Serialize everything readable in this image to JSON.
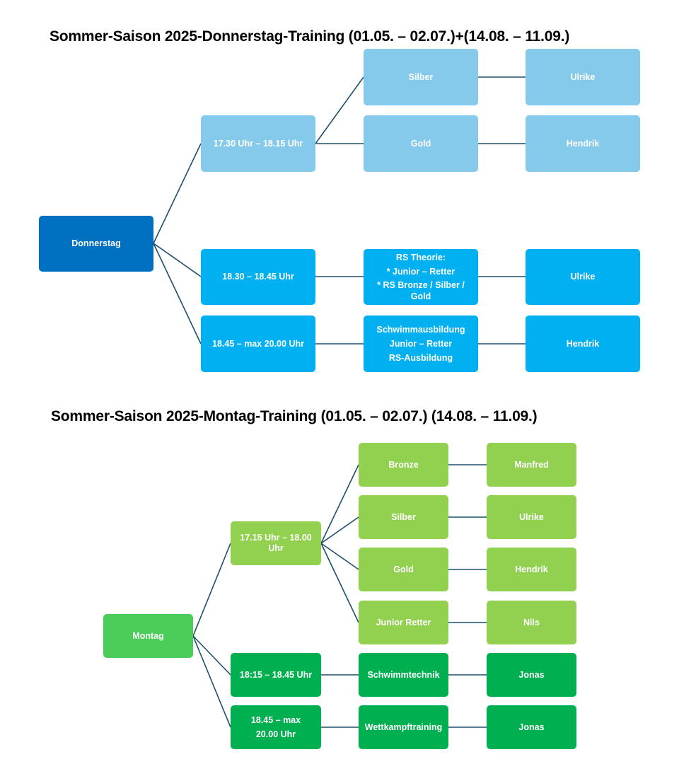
{
  "donnerstag": {
    "title": "Sommer-Saison 2025-Donnerstag-Training (01.05. – 02.07.)+(14.08. – 11.09.)",
    "root": "Donnerstag",
    "time_1": "17.30 Uhr – 18.15 Uhr",
    "time_2": "18.30 – 18.45 Uhr",
    "time_3": "18.45 – max 20.00 Uhr",
    "group_silber": "Silber",
    "group_gold": "Gold",
    "group_rs_theorie": [
      "RS Theorie:",
      "* Junior – Retter",
      "* RS Bronze / Silber / Gold"
    ],
    "group_schwimm": [
      "Schwimmausbildung",
      "Junior – Retter",
      "RS-Ausbildung"
    ],
    "trainer_1": "Ulrike",
    "trainer_2": "Hendrik",
    "trainer_3": "Ulrike",
    "trainer_4": "Hendrik"
  },
  "montag": {
    "title": "Sommer-Saison 2025-Montag-Training (01.05. – 02.07.) (14.08. – 11.09.)",
    "root": "Montag",
    "time_1": "17.15 Uhr – 18.00 Uhr",
    "time_2": "18:15 – 18.45 Uhr",
    "time_3": [
      "18.45 – max",
      "20.00 Uhr"
    ],
    "group_bronze": "Bronze",
    "group_silber": "Silber",
    "group_gold": "Gold",
    "group_junior": "Junior Retter",
    "group_technik": "Schwimmtechnik",
    "group_wettkampf": "Wettkampftraining",
    "trainer_1": "Manfred",
    "trainer_2": "Ulrike",
    "trainer_3": "Hendrik",
    "trainer_4": "Nils",
    "trainer_5": "Jonas",
    "trainer_6": "Jonas"
  },
  "colors": {
    "connector": "#1f4e6b",
    "donnerstag_root": "#0070c0",
    "donnerstag_light": "#86caeb",
    "donnerstag_mid": "#00b0f0",
    "montag_root": "#4ccd5a",
    "montag_light": "#92d050",
    "montag_dark": "#00b050"
  }
}
